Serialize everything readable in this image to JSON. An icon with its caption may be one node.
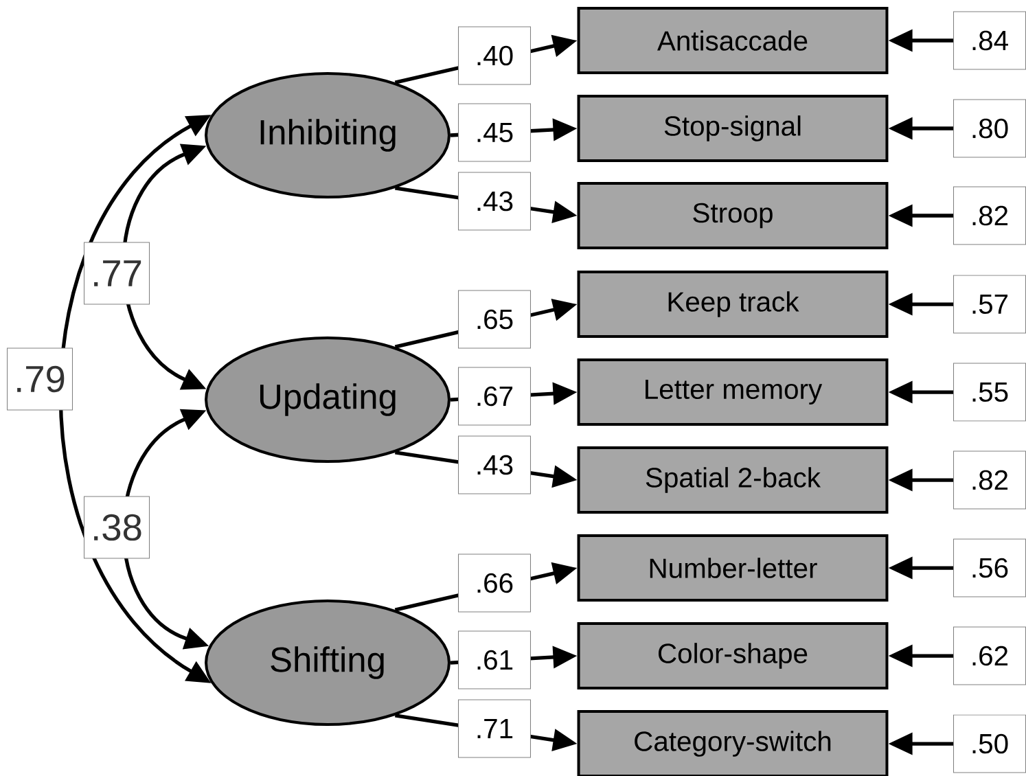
{
  "diagram": {
    "nodes": [
      {
        "text": [
          "Inhibiting"
        ]
      },
      {
        "text": [
          "Updating"
        ]
      },
      {
        "text": [
          "Shifting"
        ]
      },
      {
        "text": [
          "Antisaccade"
        ]
      },
      {
        "text": [
          "Stop-signal"
        ]
      },
      {
        "text": [
          "Stroop"
        ]
      },
      {
        "text": [
          "Keep track"
        ]
      },
      {
        "text": [
          "Letter memory"
        ]
      },
      {
        "text": [
          "Spatial 2-back"
        ]
      },
      {
        "text": [
          "Number-letter"
        ]
      },
      {
        "text": [
          "Color-shape"
        ]
      },
      {
        "text": [
          "Category-switch"
        ]
      },
      {
        "text": [
          ".84"
        ]
      },
      {
        "text": [
          ".80"
        ]
      },
      {
        "text": [
          ".82"
        ]
      },
      {
        "text": [
          ".57"
        ]
      },
      {
        "text": [
          ".55"
        ]
      },
      {
        "text": [
          ".82"
        ]
      },
      {
        "text": [
          ".56"
        ]
      },
      {
        "text": [
          ".62"
        ]
      },
      {
        "text": [
          ".50"
        ]
      }
    ],
    "edges": [
      {
        "from": 0,
        "to": 3,
        "arrow": "to",
        "label": ".40"
      },
      {
        "from": 0,
        "to": 4,
        "arrow": "to",
        "label": ".45"
      },
      {
        "from": 0,
        "to": 5,
        "arrow": "to",
        "label": ".43"
      },
      {
        "from": 1,
        "to": 6,
        "arrow": "to",
        "label": ".65"
      },
      {
        "from": 1,
        "to": 7,
        "arrow": "to",
        "label": ".67"
      },
      {
        "from": 1,
        "to": 8,
        "arrow": "to",
        "label": ".43"
      },
      {
        "from": 2,
        "to": 9,
        "arrow": "to",
        "label": ".66"
      },
      {
        "from": 2,
        "to": 10,
        "arrow": "to",
        "label": ".61"
      },
      {
        "from": 2,
        "to": 11,
        "arrow": "to",
        "label": ".71"
      },
      {
        "from": 12,
        "to": 3,
        "arrow": "to"
      },
      {
        "from": 13,
        "to": 4,
        "arrow": "to"
      },
      {
        "from": 14,
        "to": 5,
        "arrow": "to"
      },
      {
        "from": 15,
        "to": 6,
        "arrow": "to"
      },
      {
        "from": 16,
        "to": 7,
        "arrow": "to"
      },
      {
        "from": 17,
        "to": 8,
        "arrow": "to"
      },
      {
        "from": 18,
        "to": 9,
        "arrow": "to"
      },
      {
        "from": 19,
        "to": 10,
        "arrow": "to"
      },
      {
        "from": 20,
        "to": 11,
        "arrow": "to"
      },
      {
        "from": 0,
        "to": 1,
        "arrow": "both",
        "label": ".77"
      },
      {
        "from": 1,
        "to": 2,
        "arrow": "both",
        "label": ".38"
      },
      {
        "from": 0,
        "to": 2,
        "arrow": "both",
        "label": ".79"
      }
    ]
  }
}
